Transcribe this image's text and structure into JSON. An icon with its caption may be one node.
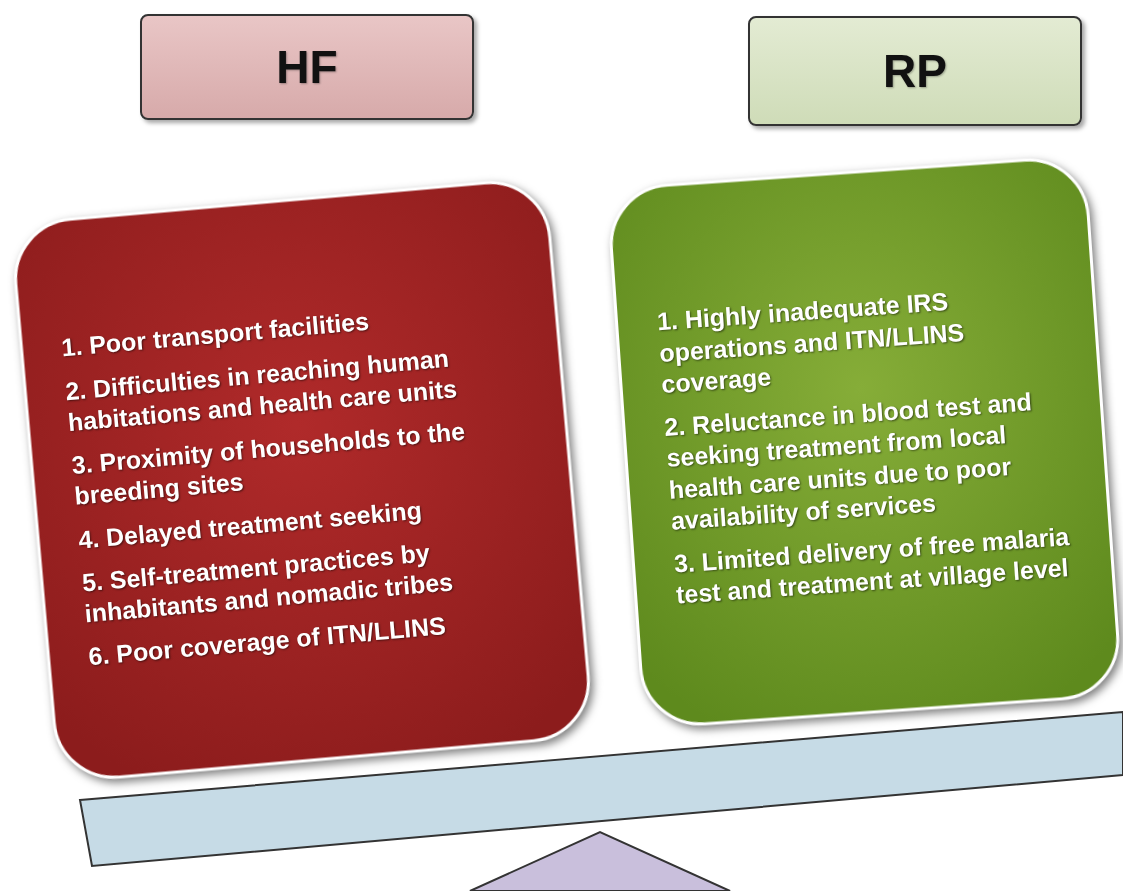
{
  "diagram": {
    "nodes": [
      {
        "text": [
          "HF"
        ]
      },
      {
        "text": [
          "RP"
        ]
      },
      {
        "text": [
          "1. Poor transport facilities",
          "2. Difficulties in reaching human habitations and health care units",
          "3. Proximity of households to the breeding sites",
          "4. Delayed treatment seeking",
          "5. Self-treatment practices by inhabitants and nomadic tribes",
          "6. Poor coverage of ITN/LLINS"
        ]
      },
      {
        "text": [
          "1. Highly inadequate IRS operations and ITN/LLINS coverage",
          "2. Reluctance in blood test and seeking treatment from local health care units due to poor availability of services",
          "3. Limited delivery of free malaria test and treatment at village level"
        ]
      }
    ],
    "edges": []
  }
}
